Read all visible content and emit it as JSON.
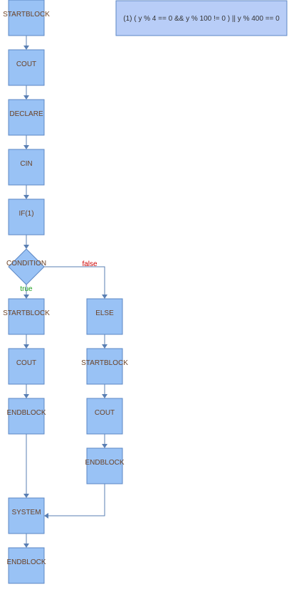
{
  "note": {
    "text": "(1) ( y % 4 == 0 && y % 100 != 0 ) || y % 400 == 0"
  },
  "nodes": {
    "startblock_main": "STARTBLOCK",
    "cout_1": "COUT",
    "declare": "DECLARE",
    "cin": "CIN",
    "if_1": "IF(1)",
    "condition": "CONDITION",
    "startblock_true": "STARTBLOCK",
    "cout_true": "COUT",
    "endblock_true": "ENDBLOCK",
    "else": "ELSE",
    "startblock_false": "STARTBLOCK",
    "cout_false": "COUT",
    "endblock_false": "ENDBLOCK",
    "system": "SYSTEM",
    "endblock_main": "ENDBLOCK"
  },
  "edge_labels": {
    "true": "true",
    "false": "false"
  },
  "colors": {
    "node_fill": "#99c2f5",
    "node_stroke": "#5c87c4",
    "node_text": "#6b4226",
    "edge": "#5a7fb3",
    "true_label": "#1a9e1a",
    "false_label": "#cc0000",
    "note_fill": "#b8cdf7"
  }
}
